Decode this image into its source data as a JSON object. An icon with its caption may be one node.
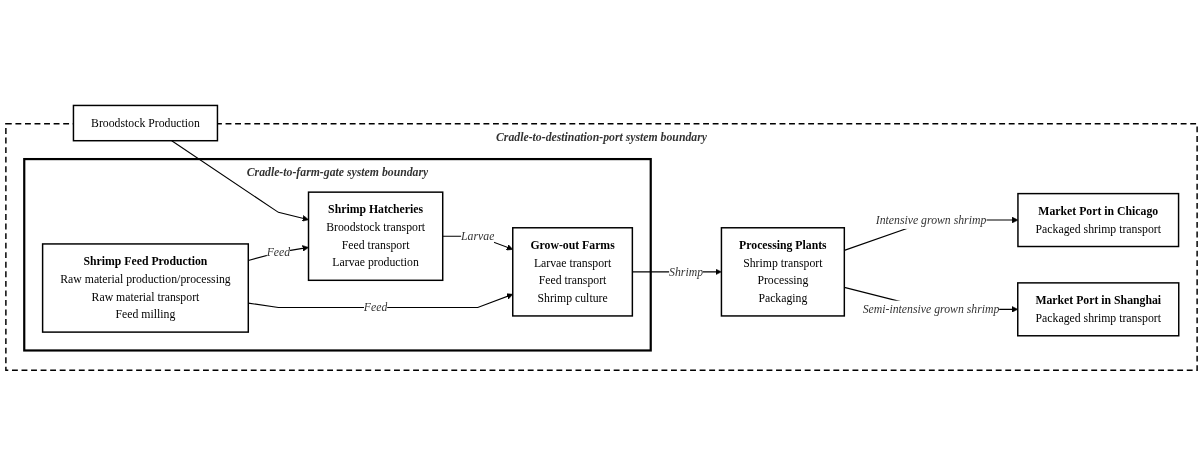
{
  "diagram": {
    "nodes": [
      {
        "text": [
          "Cradle-to-destination-port system boundary"
        ]
      },
      {
        "text": [
          "Cradle-to-farm-gate system boundary"
        ],
        "in": 0
      },
      {
        "text": [
          "Broodstock Production"
        ]
      },
      {
        "text": [
          "Shrimp Hatcheries",
          "Broodstock transport",
          "Feed transport",
          "Larvae production"
        ],
        "in": 1
      },
      {
        "text": [
          "Grow-out Farms",
          "Larvae transport",
          "Feed transport",
          "Shrimp culture"
        ],
        "in": 1
      },
      {
        "text": [
          "Shrimp Feed Production",
          "Raw material production/processing",
          "Raw material transport",
          "Feed milling"
        ],
        "in": 1
      },
      {
        "text": [
          "Processing Plants",
          "Shrimp transport",
          "Processing",
          "Packaging"
        ],
        "in": 0
      },
      {
        "text": [
          "Market Port in Chicago",
          "Packaged shrimp transport"
        ],
        "in": 0
      },
      {
        "text": [
          "Market Port in Shanghai",
          "Packaged shrimp transport"
        ],
        "in": 0
      }
    ],
    "edges": [
      {
        "from": 2,
        "to": 3,
        "arrow": "to"
      },
      {
        "from": 3,
        "to": 4,
        "arrow": "to",
        "label": "Larvae"
      },
      {
        "from": 4,
        "to": 6,
        "arrow": "to",
        "label": "Shrimp"
      },
      {
        "from": 5,
        "to": 3,
        "arrow": "to",
        "label": "Feed"
      },
      {
        "from": 5,
        "to": 4,
        "arrow": "to",
        "label": "Feed"
      },
      {
        "from": 6,
        "to": 7,
        "arrow": "to",
        "label": "Intensive grown shrimp"
      },
      {
        "from": 6,
        "to": 8,
        "arrow": "to",
        "label": "Semi-intensive grown shrimp"
      }
    ]
  }
}
